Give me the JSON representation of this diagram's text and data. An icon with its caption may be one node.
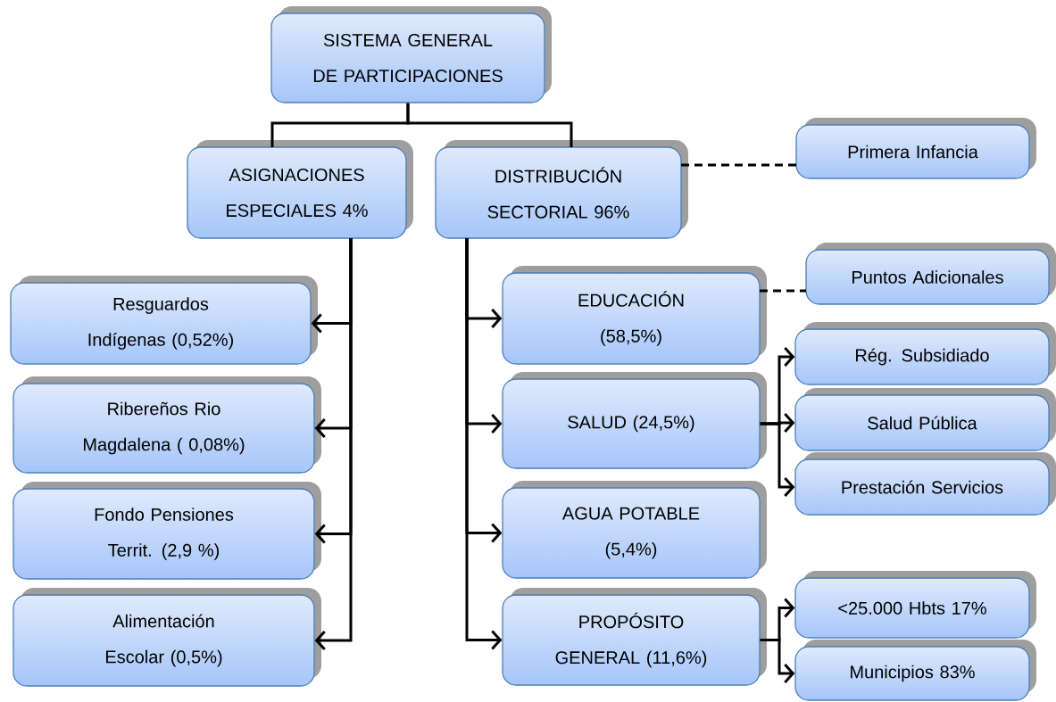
{
  "diagram": {
    "nodes": [
      {
        "text": [
          "SISTEMA GENERAL DE PARTICIPACIONES"
        ]
      },
      {
        "text": [
          "ASIGNACIONES ESPECIALES 4%"
        ]
      },
      {
        "text": [
          "DISTRIBUCIÓN SECTORIAL 96%"
        ]
      },
      {
        "text": [
          "Primera Infancia"
        ]
      },
      {
        "text": [
          "Resguardos Indígenas (0,52%)"
        ]
      },
      {
        "text": [
          "Ribereños Rio Magdalena ( 0,08%)"
        ]
      },
      {
        "text": [
          "Fondo Pensiones Territ. (2,9 %)"
        ]
      },
      {
        "text": [
          "Alimentación Escolar (0,5%)"
        ]
      },
      {
        "text": [
          "EDUCACIÓN (58,5%)"
        ]
      },
      {
        "text": [
          "Puntos Adicionales"
        ]
      },
      {
        "text": [
          "SALUD (24,5%)"
        ]
      },
      {
        "text": [
          "Rég.  Subsidiado"
        ]
      },
      {
        "text": [
          "Salud Pública"
        ]
      },
      {
        "text": [
          "Prestación Servicios"
        ]
      },
      {
        "text": [
          "AGUA POTABLE (5,4%)"
        ]
      },
      {
        "text": [
          "PROPÓSITO GENERAL (11,6%)"
        ]
      },
      {
        "text": [
          "<25.000 Hbts 17%"
        ]
      },
      {
        "text": [
          "Municipios 83%"
        ]
      }
    ],
    "edges": [
      {
        "from": 0,
        "to": 1,
        "arrow": "none"
      },
      {
        "from": 0,
        "to": 2,
        "arrow": "none"
      },
      {
        "from": 2,
        "to": 3,
        "arrow": "none",
        "style": "dashed"
      },
      {
        "from": 1,
        "to": 4,
        "arrow": "to"
      },
      {
        "from": 1,
        "to": 5,
        "arrow": "to"
      },
      {
        "from": 1,
        "to": 6,
        "arrow": "to"
      },
      {
        "from": 1,
        "to": 7,
        "arrow": "to"
      },
      {
        "from": 2,
        "to": 8,
        "arrow": "to"
      },
      {
        "from": 8,
        "to": 9,
        "arrow": "none",
        "style": "dashed"
      },
      {
        "from": 2,
        "to": 10,
        "arrow": "to"
      },
      {
        "from": 10,
        "to": 11,
        "arrow": "to"
      },
      {
        "from": 10,
        "to": 12,
        "arrow": "to"
      },
      {
        "from": 10,
        "to": 13,
        "arrow": "to"
      },
      {
        "from": 2,
        "to": 14,
        "arrow": "to"
      },
      {
        "from": 2,
        "to": 15,
        "arrow": "to"
      },
      {
        "from": 15,
        "to": 16,
        "arrow": "to"
      },
      {
        "from": 15,
        "to": 17,
        "arrow": "to"
      }
    ]
  }
}
